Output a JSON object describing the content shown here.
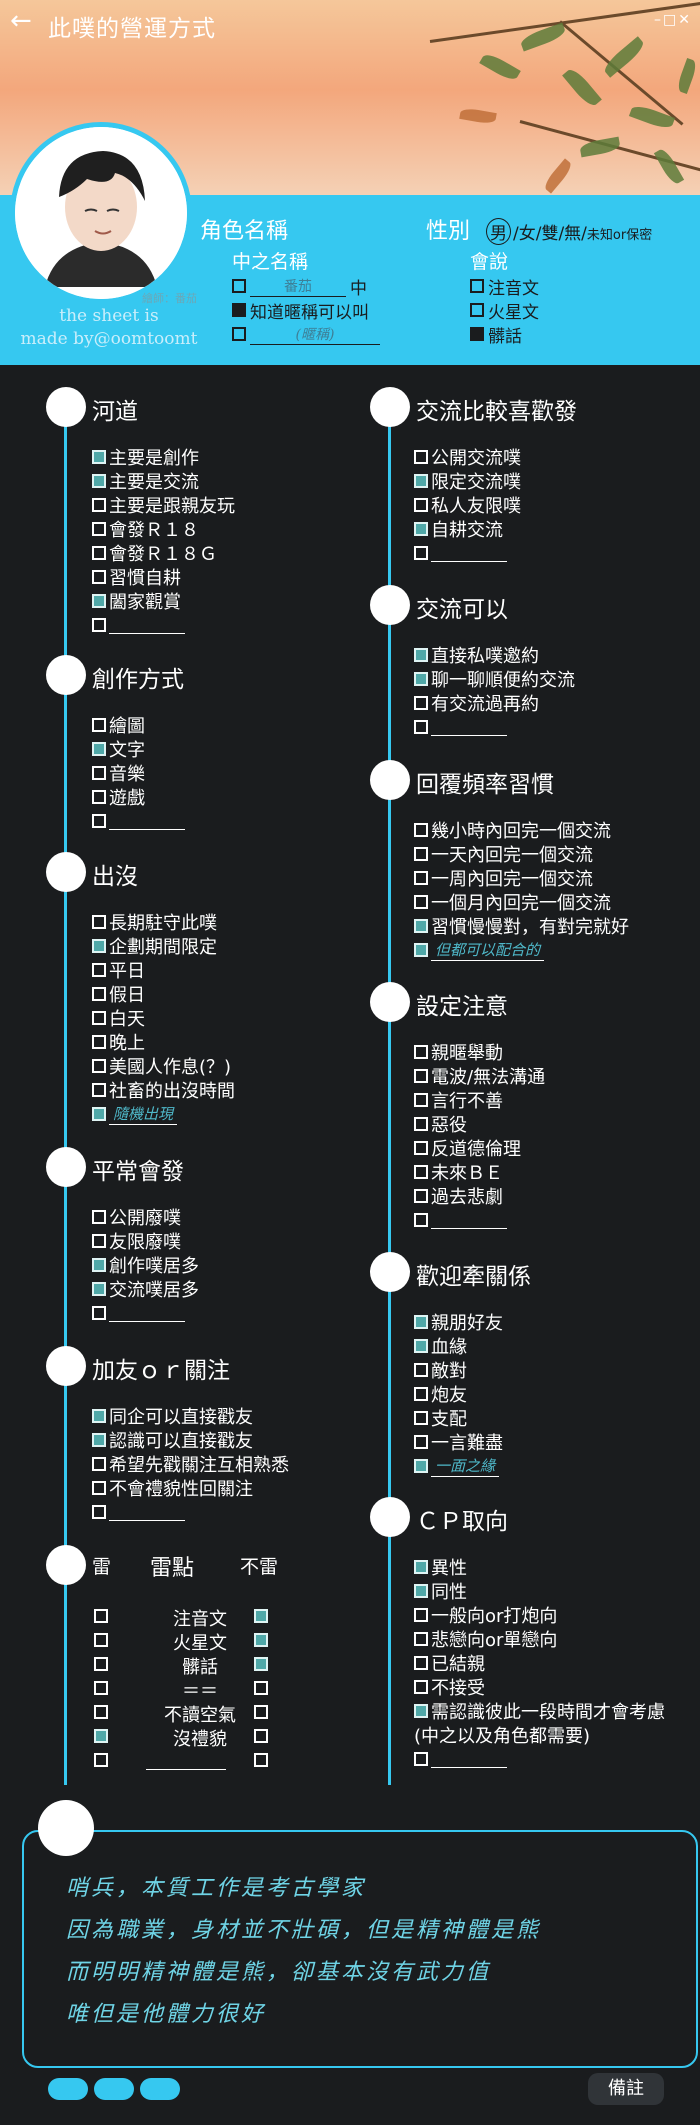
{
  "header": {
    "title": "此噗的營運方式",
    "back_icon": "back-arrow-icon",
    "window_controls": "–□✕"
  },
  "profile": {
    "role_name_label": "角色名稱",
    "gender_label": "性別",
    "gender_options_main": "男/女/雙/無/",
    "gender_options_small": "未知or保密",
    "gender_selected": "男",
    "real_name_label": "中之名稱",
    "real_name_value": "番茄",
    "real_name_suffix": "中",
    "real_name_opt2": "知道暱稱可以叫",
    "real_name_opt3": "(暱稱)",
    "lang_label": "會說",
    "lang_options": [
      {
        "label": "注音文",
        "checked": false
      },
      {
        "label": "火星文",
        "checked": false
      },
      {
        "label": "髒話",
        "checked": true
      }
    ],
    "painter_credit": "繪師：番茄",
    "made_by_1": "the sheet is",
    "made_by_2": "made by@oomtoomt"
  },
  "sections": {
    "river": {
      "title": "河道",
      "items": [
        {
          "label": "主要是創作",
          "checked": true
        },
        {
          "label": "主要是交流",
          "checked": true
        },
        {
          "label": "主要是跟親友玩",
          "checked": false
        },
        {
          "label": "會發Ｒ１８",
          "checked": false
        },
        {
          "label": "會發Ｒ１８Ｇ",
          "checked": false
        },
        {
          "label": "習慣自耕",
          "checked": false
        },
        {
          "label": "闔家觀賞",
          "checked": true
        },
        {
          "label": "",
          "checked": false
        }
      ]
    },
    "create": {
      "title": "創作方式",
      "items": [
        {
          "label": "繪圖",
          "checked": false
        },
        {
          "label": "文字",
          "checked": true
        },
        {
          "label": "音樂",
          "checked": false
        },
        {
          "label": "遊戲",
          "checked": false
        },
        {
          "label": "",
          "checked": false
        }
      ]
    },
    "appear": {
      "title": "出沒",
      "items": [
        {
          "label": "長期駐守此噗",
          "checked": false
        },
        {
          "label": "企劃期間限定",
          "checked": true
        },
        {
          "label": "平日",
          "checked": false
        },
        {
          "label": "假日",
          "checked": false
        },
        {
          "label": "白天",
          "checked": false
        },
        {
          "label": "晚上",
          "checked": false
        },
        {
          "label": "美國人作息(？)",
          "checked": false
        },
        {
          "label": "社畜的出沒時間",
          "checked": false
        }
      ],
      "handwritten": "隨機出現"
    },
    "usually": {
      "title": "平常會發",
      "items": [
        {
          "label": "公開廢噗",
          "checked": false
        },
        {
          "label": "友限廢噗",
          "checked": false
        },
        {
          "label": "創作噗居多",
          "checked": true
        },
        {
          "label": "交流噗居多",
          "checked": true
        },
        {
          "label": "",
          "checked": false
        }
      ]
    },
    "follow": {
      "title": "加友ｏｒ關注",
      "items": [
        {
          "label": "同企可以直接戳友",
          "checked": true
        },
        {
          "label": "認識可以直接戳友",
          "checked": true
        },
        {
          "label": "希望先戳關注互相熟悉",
          "checked": false
        },
        {
          "label": "不會禮貌性回關注",
          "checked": false
        },
        {
          "label": "",
          "checked": false
        }
      ]
    },
    "thunder": {
      "col_left": "雷",
      "col_mid": "雷點",
      "col_right": "不雷",
      "rows": [
        {
          "label": "注音文",
          "thunder": false,
          "ok": true
        },
        {
          "label": "火星文",
          "thunder": false,
          "ok": true
        },
        {
          "label": "髒話",
          "thunder": false,
          "ok": true
        },
        {
          "label": "＝＝",
          "thunder": false,
          "ok": false
        },
        {
          "label": "不讀空氣",
          "thunder": false,
          "ok": false
        },
        {
          "label": "沒禮貌",
          "thunder": true,
          "ok": false
        },
        {
          "label": "",
          "thunder": false,
          "ok": false
        }
      ]
    },
    "prefer": {
      "title": "交流比較喜歡發",
      "items": [
        {
          "label": "公開交流噗",
          "checked": false
        },
        {
          "label": "限定交流噗",
          "checked": true
        },
        {
          "label": "私人友限噗",
          "checked": false
        },
        {
          "label": "自耕交流",
          "checked": true
        },
        {
          "label": "",
          "checked": false
        }
      ]
    },
    "can": {
      "title": "交流可以",
      "items": [
        {
          "label": "直接私噗邀約",
          "checked": true
        },
        {
          "label": "聊一聊順便約交流",
          "checked": true
        },
        {
          "label": "有交流過再約",
          "checked": false
        },
        {
          "label": "",
          "checked": false
        }
      ]
    },
    "reply": {
      "title": "回覆頻率習慣",
      "items": [
        {
          "label": "幾小時內回完一個交流",
          "checked": false
        },
        {
          "label": "一天內回完一個交流",
          "checked": false
        },
        {
          "label": "一周內回完一個交流",
          "checked": false
        },
        {
          "label": "一個月內回完一個交流",
          "checked": false
        },
        {
          "label": "習慣慢慢對，有對完就好",
          "checked": true
        }
      ],
      "handwritten": "但都可以配合的"
    },
    "caution": {
      "title": "設定注意",
      "items": [
        {
          "label": "親暱舉動",
          "checked": false
        },
        {
          "label": "電波/無法溝通",
          "checked": false
        },
        {
          "label": "言行不善",
          "checked": false
        },
        {
          "label": "惡役",
          "checked": false
        },
        {
          "label": "反道德倫理",
          "checked": false
        },
        {
          "label": "未來ＢＥ",
          "checked": false
        },
        {
          "label": "過去悲劇",
          "checked": false
        },
        {
          "label": "",
          "checked": false
        }
      ]
    },
    "welcome": {
      "title": "歡迎牽關係",
      "items": [
        {
          "label": "親朋好友",
          "checked": true
        },
        {
          "label": "血緣",
          "checked": true
        },
        {
          "label": "敵對",
          "checked": false
        },
        {
          "label": "炮友",
          "checked": false
        },
        {
          "label": "支配",
          "checked": false
        },
        {
          "label": "一言難盡",
          "checked": false
        }
      ],
      "handwritten": "一面之緣"
    },
    "cp": {
      "title": "ＣＰ取向",
      "items": [
        {
          "label": "異性",
          "checked": true
        },
        {
          "label": "同性",
          "checked": true
        },
        {
          "label": "一般向or打炮向",
          "checked": false
        },
        {
          "label": "悲戀向or單戀向",
          "checked": false
        },
        {
          "label": "已結親",
          "checked": false
        },
        {
          "label": "不接受",
          "checked": false
        },
        {
          "label": "需認識彼此一段時間才會考慮",
          "checked": true
        }
      ],
      "extra": "(中之以及角色都需要)"
    }
  },
  "notes": {
    "lines": [
      "哨兵，本質工作是考古學家",
      "因為職業，身材並不壯碩，但是精神體是熊",
      "而明明精神體是熊，卻基本沒有武力值",
      "唯但是他體力很好"
    ],
    "memo_button": "備註"
  },
  "colors": {
    "accent": "#36c8f0",
    "background": "#1a1c1e",
    "checked": "#4fa8a8",
    "handwriting": "#4fb8c9"
  }
}
